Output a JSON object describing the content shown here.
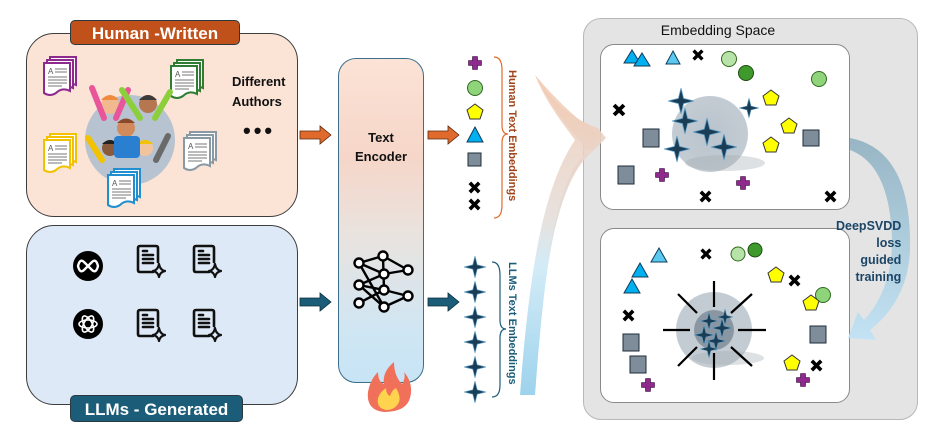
{
  "human_panel": {
    "label": "Human -Written",
    "authors_text_line1": "Different",
    "authors_text_line2": "Authors",
    "ellipsis": "•••",
    "document_colors": [
      "#8e2a8e",
      "#2e7d32",
      "#f2c200",
      "#8a9aa5",
      "#1f8fd0"
    ]
  },
  "llm_panel": {
    "label": "LLMs - Generated",
    "model_icons": [
      "meta-logo-icon",
      "openai-logo-icon"
    ],
    "ai-doc-count": 4
  },
  "encoder": {
    "label_line1": "Text",
    "label_line2": "Encoder",
    "icons": [
      "neural-network-icon",
      "fire-icon"
    ]
  },
  "embeddings": {
    "human_label": "Human Text Embeddings",
    "llm_label": "LLMs Text Embeddings",
    "human_markers": [
      "plus",
      "circle",
      "pentagon",
      "triangle",
      "square",
      "cross",
      "cross"
    ],
    "llm_marker_count": 6
  },
  "embedding_space": {
    "title": "Embedding Space",
    "transition_label_line1": "DeepSVDD",
    "transition_label_line2": "loss",
    "transition_label_line3": "guided",
    "transition_label_line4": "training"
  },
  "colors": {
    "human_accent": "#c0511a",
    "llm_accent": "#1b5d79",
    "plus": "#8e2a8e",
    "circle_light": "#b8e3a8",
    "circle_mid": "#8fd47a",
    "circle_dark": "#3f9a2c",
    "pentagon": "#ffff00",
    "triangle": "#00b0f0",
    "triangle_light": "#5bc8f0",
    "square": "#7f8c99",
    "star": "#1a3d55"
  }
}
